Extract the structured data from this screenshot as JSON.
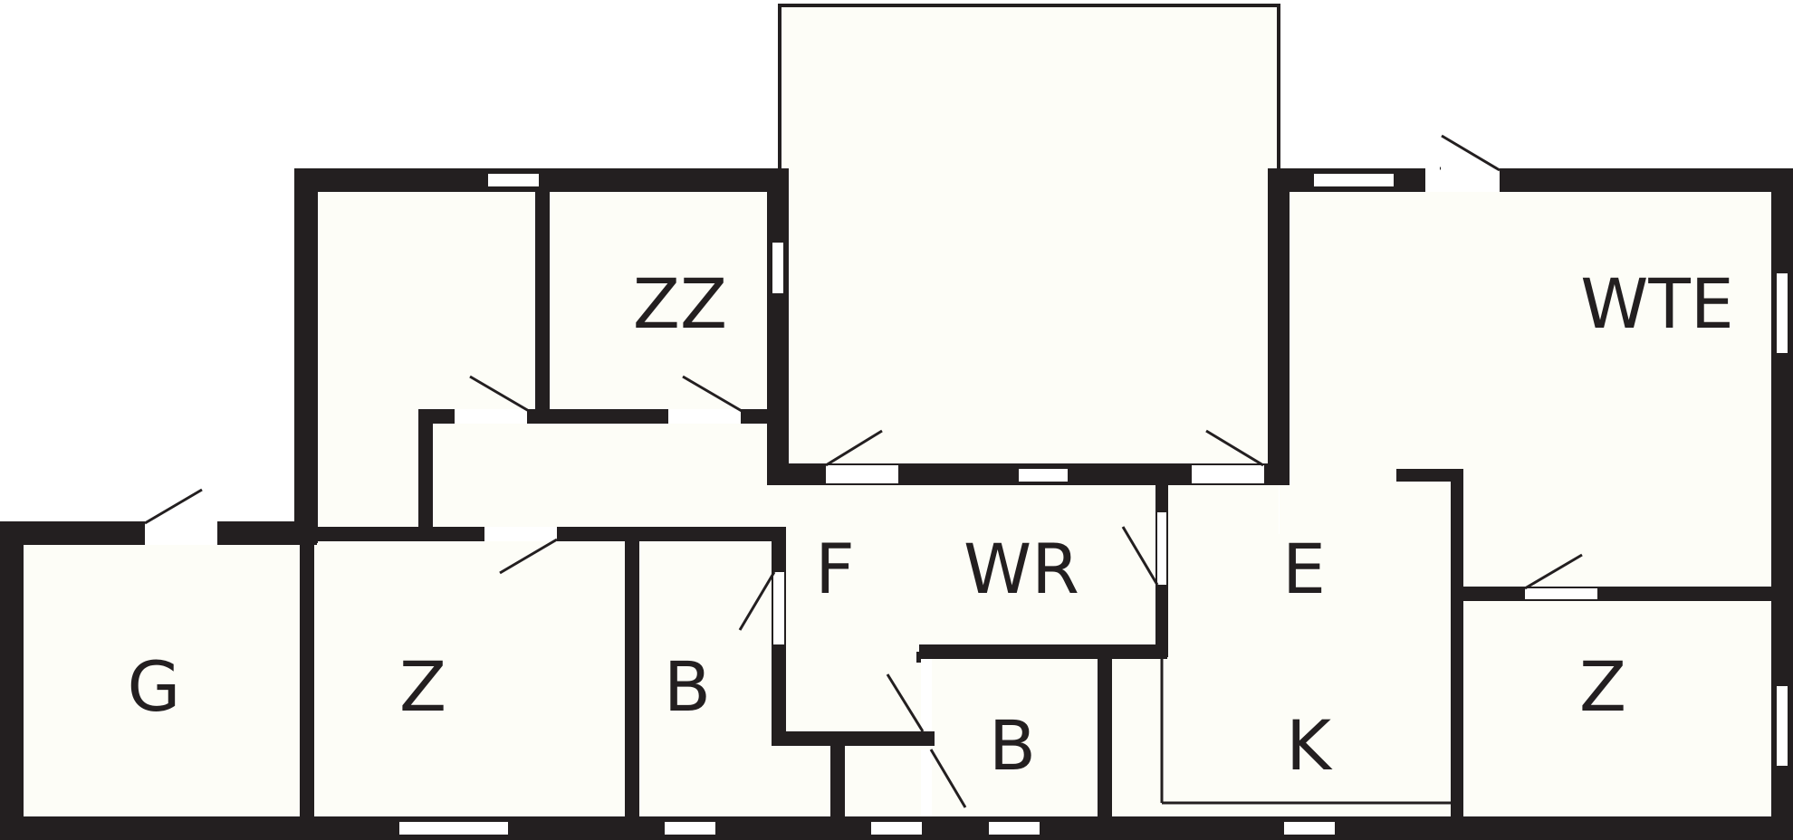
{
  "floorplan": {
    "colors": {
      "wall": "#231f20",
      "floor": "#fdfdf7",
      "background": "#ffffff",
      "opening": "#ffffff"
    },
    "rooms": [
      {
        "id": "zz",
        "label": "ZZ"
      },
      {
        "id": "wte",
        "label": "WTE"
      },
      {
        "id": "f",
        "label": "F"
      },
      {
        "id": "wr",
        "label": "WR"
      },
      {
        "id": "e",
        "label": "E"
      },
      {
        "id": "g",
        "label": "G"
      },
      {
        "id": "z-left",
        "label": "Z"
      },
      {
        "id": "b-left",
        "label": "B"
      },
      {
        "id": "b-mid",
        "label": "B"
      },
      {
        "id": "k",
        "label": "K"
      },
      {
        "id": "z-right",
        "label": "Z"
      }
    ]
  }
}
